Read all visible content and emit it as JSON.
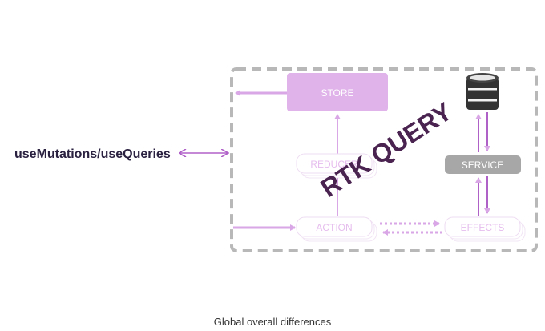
{
  "left_label": "useMutations/useQueries",
  "overlay_title": "RTK QUERY",
  "nodes": {
    "store": "STORE",
    "reducer": "REDUCER",
    "action": "ACTION",
    "effects": "EFFECTS",
    "service": "SERVICE"
  },
  "icons": {
    "database": "database-icon"
  },
  "caption": "Global overall differences",
  "colors": {
    "accent": "#b061c8",
    "store_fill": "#e0b3ea",
    "faded": "#e9c9f1",
    "service_fill": "#a7a7a8",
    "overlay_text": "#4a2350",
    "dash_border": "#b8b8b8"
  }
}
